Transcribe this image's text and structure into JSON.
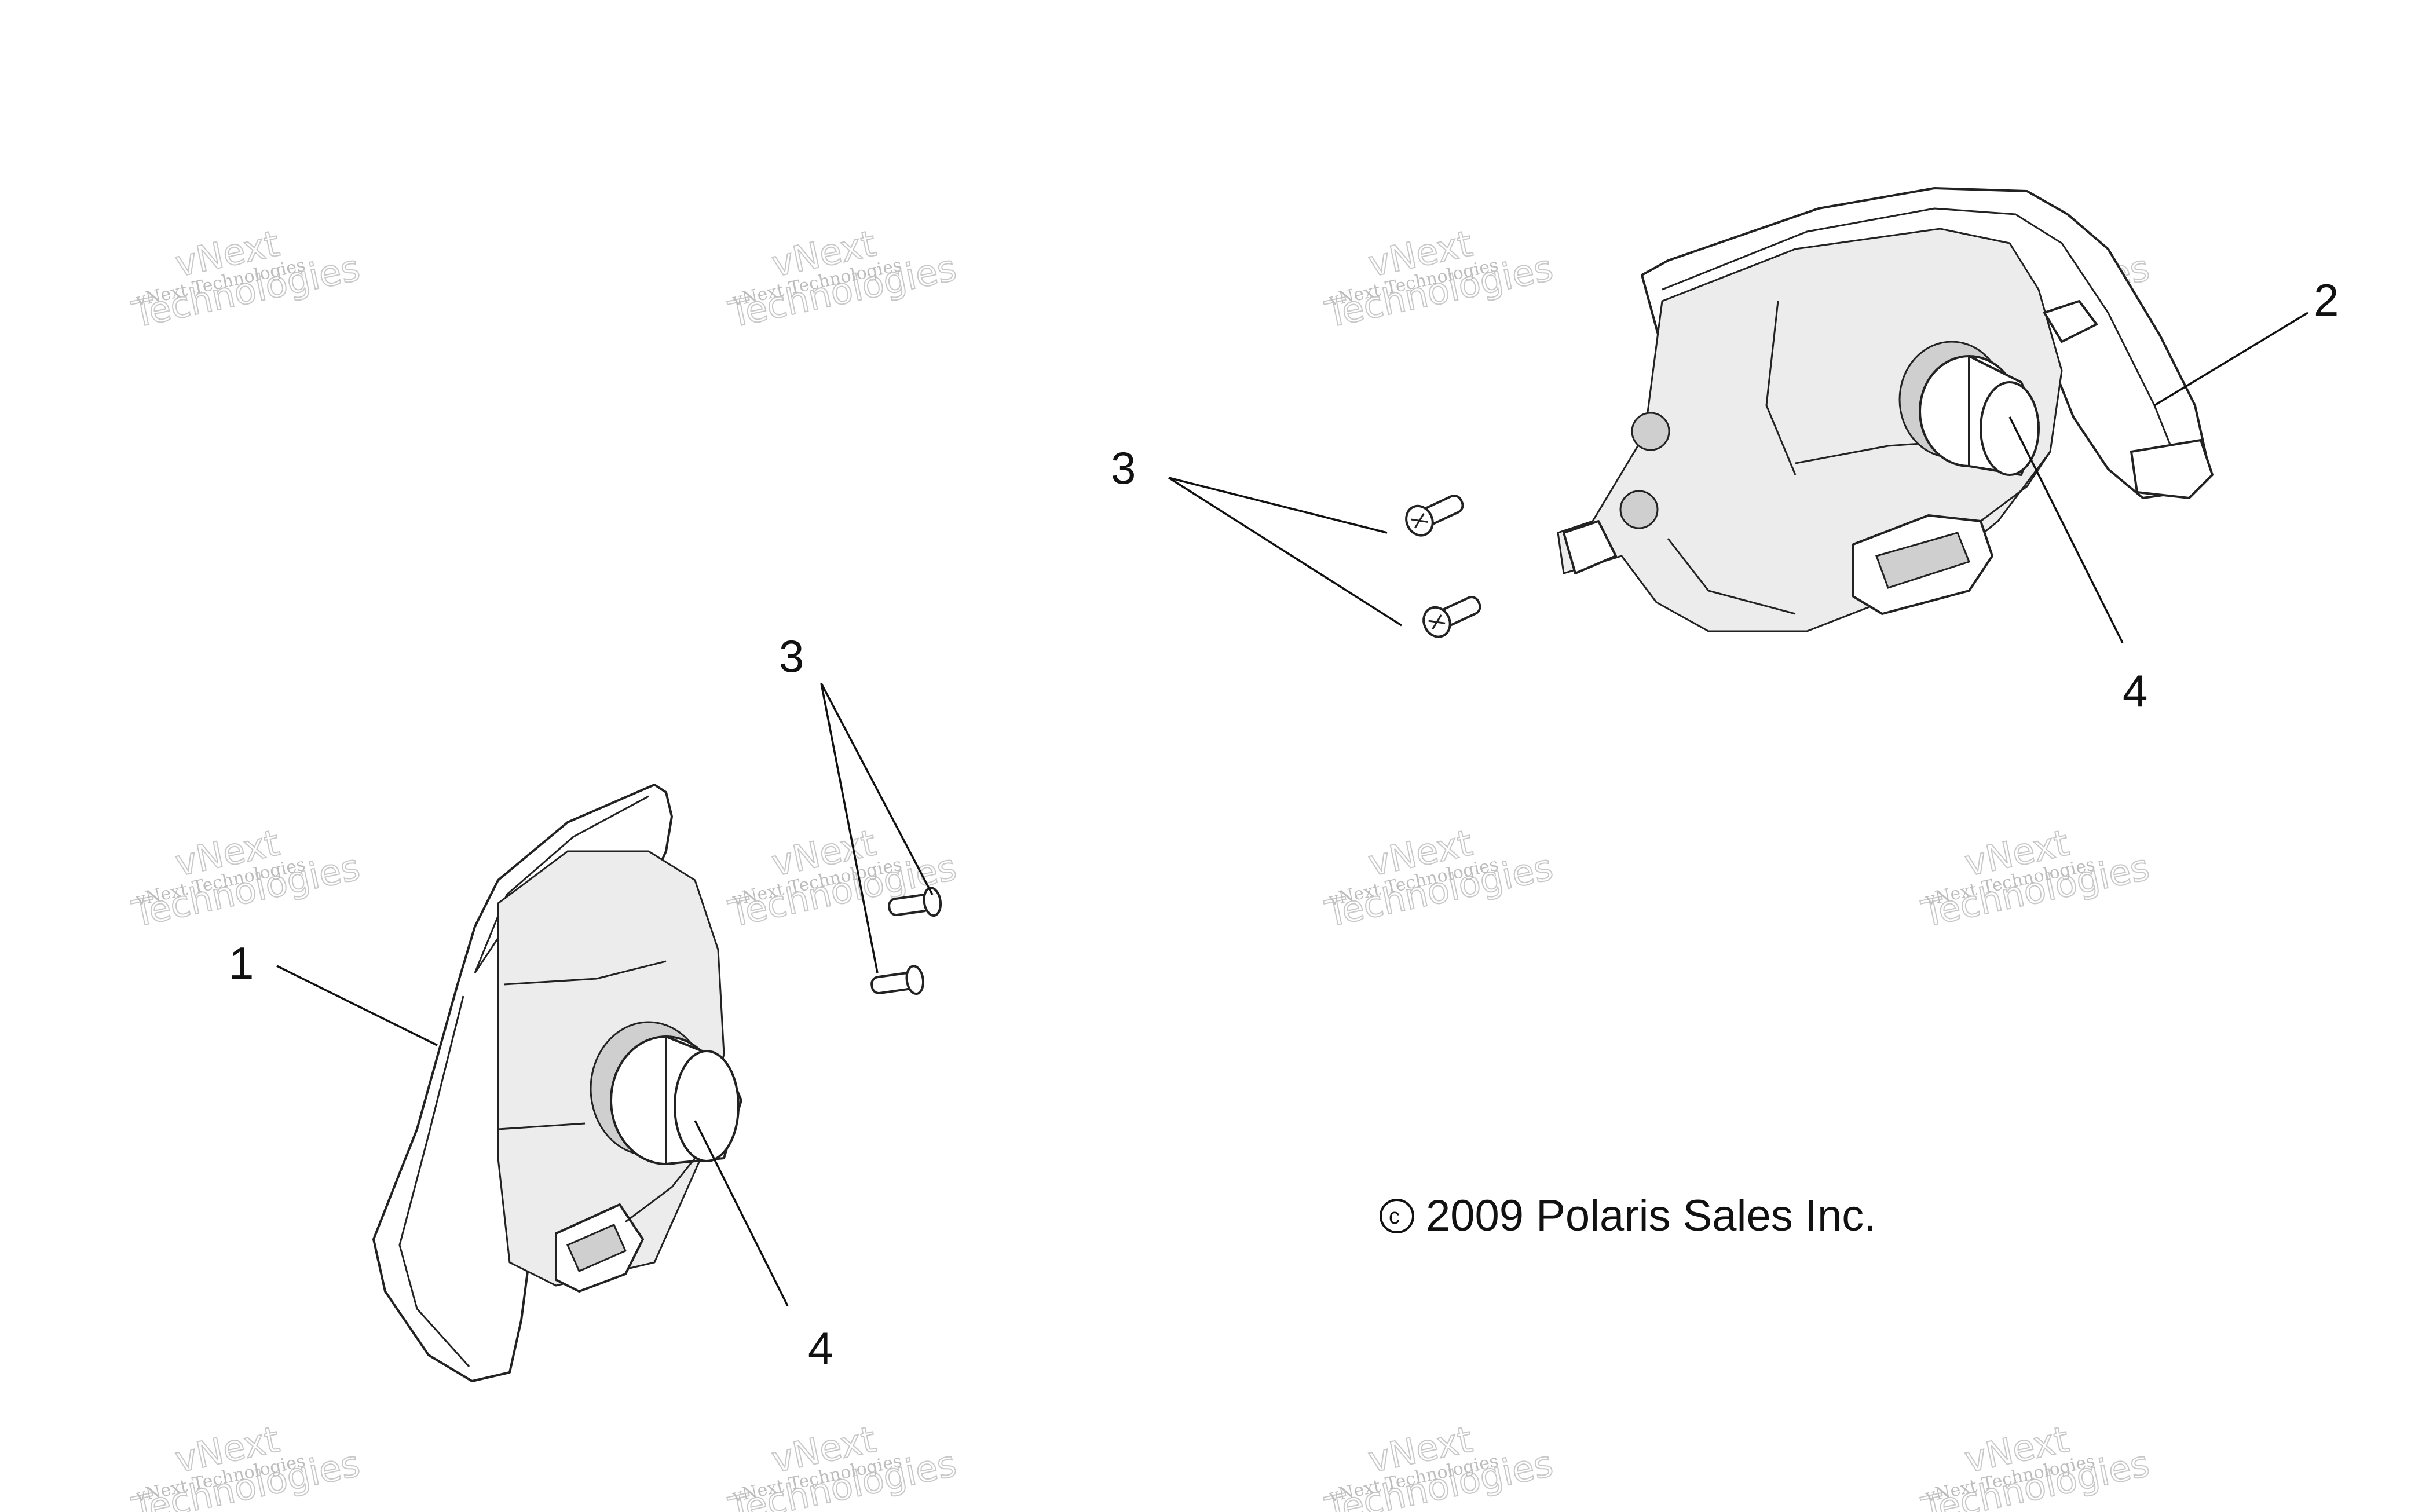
{
  "callouts": {
    "c1": "1",
    "c2": "2",
    "c3_left": "3",
    "c3_right": "3",
    "c4_left": "4",
    "c4_right": "4"
  },
  "copyright": "2009 Polaris Sales Inc.",
  "copyright_symbol": "c",
  "watermark": {
    "line1": "vNext Technologies",
    "line2": "vNext",
    "line3": "Technologies"
  },
  "colors": {
    "line": "#222222",
    "watermark": "#c8c8c8",
    "background": "#ffffff"
  }
}
